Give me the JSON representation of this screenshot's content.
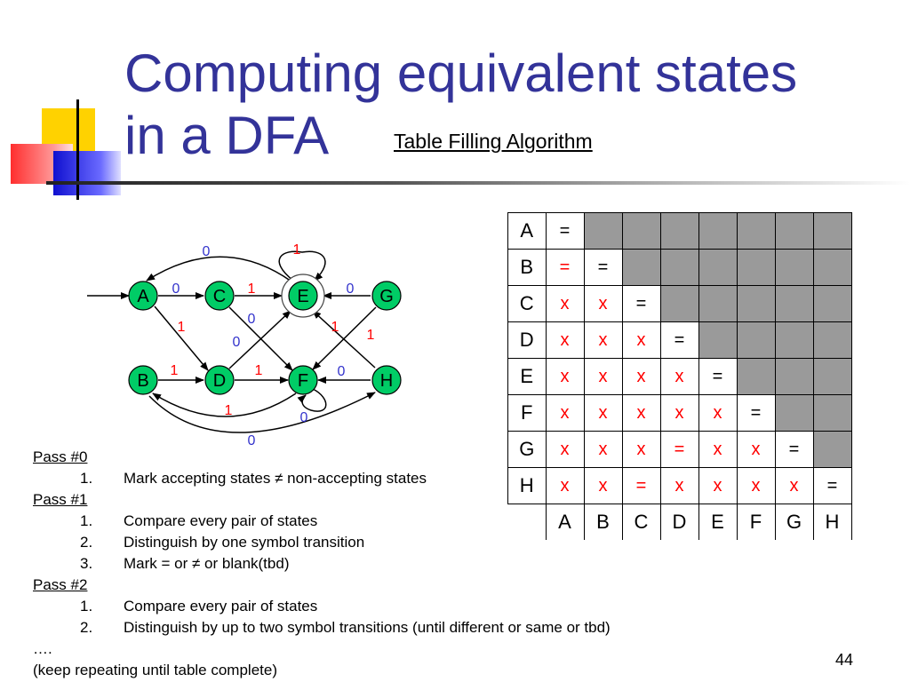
{
  "title_line1": "Computing equivalent states",
  "title_line2": "in a DFA",
  "subtitle": "Table Filling Algorithm",
  "colors": {
    "title": "#333399",
    "node_fill": "#00cc66",
    "label_zero": "#3333cc",
    "label_one": "#ff0000",
    "mark_red": "#ff0000",
    "shaded": "#9a9a9a"
  },
  "dfa": {
    "states": [
      "A",
      "B",
      "C",
      "D",
      "E",
      "F",
      "G",
      "H"
    ],
    "accepting": [
      "E"
    ],
    "start": "A",
    "transitions": [
      {
        "from": "A",
        "to": "C",
        "symbol": "0"
      },
      {
        "from": "A",
        "to": "D",
        "symbol": "1"
      },
      {
        "from": "B",
        "to": "D",
        "symbol": "1"
      },
      {
        "from": "B",
        "to": "H",
        "symbol": "0"
      },
      {
        "from": "C",
        "to": "E",
        "symbol": "1"
      },
      {
        "from": "C",
        "to": "F",
        "symbol": "0"
      },
      {
        "from": "D",
        "to": "E",
        "symbol": "0"
      },
      {
        "from": "D",
        "to": "F",
        "symbol": "1"
      },
      {
        "from": "E",
        "to": "A",
        "symbol": "0"
      },
      {
        "from": "E",
        "to": "E",
        "symbol": "1"
      },
      {
        "from": "F",
        "to": "F",
        "symbol": "0"
      },
      {
        "from": "F",
        "to": "B",
        "symbol": "1"
      },
      {
        "from": "G",
        "to": "E",
        "symbol": "0"
      },
      {
        "from": "G",
        "to": "F",
        "symbol": "1"
      },
      {
        "from": "H",
        "to": "F",
        "symbol": "0"
      },
      {
        "from": "H",
        "to": "E",
        "symbol": "1"
      }
    ]
  },
  "table": {
    "row_labels": [
      "A",
      "B",
      "C",
      "D",
      "E",
      "F",
      "G",
      "H"
    ],
    "col_labels": [
      "A",
      "B",
      "C",
      "D",
      "E",
      "F",
      "G",
      "H"
    ],
    "rows": [
      [
        "="
      ],
      [
        "=",
        "="
      ],
      [
        "x",
        "x",
        "="
      ],
      [
        "x",
        "x",
        "x",
        "="
      ],
      [
        "x",
        "x",
        "x",
        "x",
        "="
      ],
      [
        "x",
        "x",
        "x",
        "x",
        "x",
        "="
      ],
      [
        "x",
        "x",
        "x",
        "=",
        "x",
        "x",
        "="
      ],
      [
        "x",
        "x",
        "=",
        "x",
        "x",
        "x",
        "x",
        "="
      ]
    ],
    "red_equals": [
      [
        1,
        0
      ],
      [
        6,
        3
      ],
      [
        7,
        2
      ]
    ]
  },
  "notes": {
    "pass0_head": "Pass #0",
    "pass0_items": [
      {
        "num": "1.",
        "text": "Mark  accepting states ≠ non-accepting states"
      }
    ],
    "pass1_head": "Pass #1",
    "pass1_items": [
      {
        "num": "1.",
        "text": "Compare every pair of states"
      },
      {
        "num": "2.",
        "text": "Distinguish by one symbol transition"
      },
      {
        "num": "3.",
        "text": "Mark = or ≠ or blank(tbd)"
      }
    ],
    "pass2_head": "Pass #2",
    "pass2_items": [
      {
        "num": "1.",
        "text": "Compare every pair of states"
      },
      {
        "num": "2.",
        "text": "Distinguish by up to two symbol transitions (until different or same or tbd)"
      }
    ],
    "ellipsis": "….",
    "final": "(keep repeating until table complete)"
  },
  "page_number": "44"
}
